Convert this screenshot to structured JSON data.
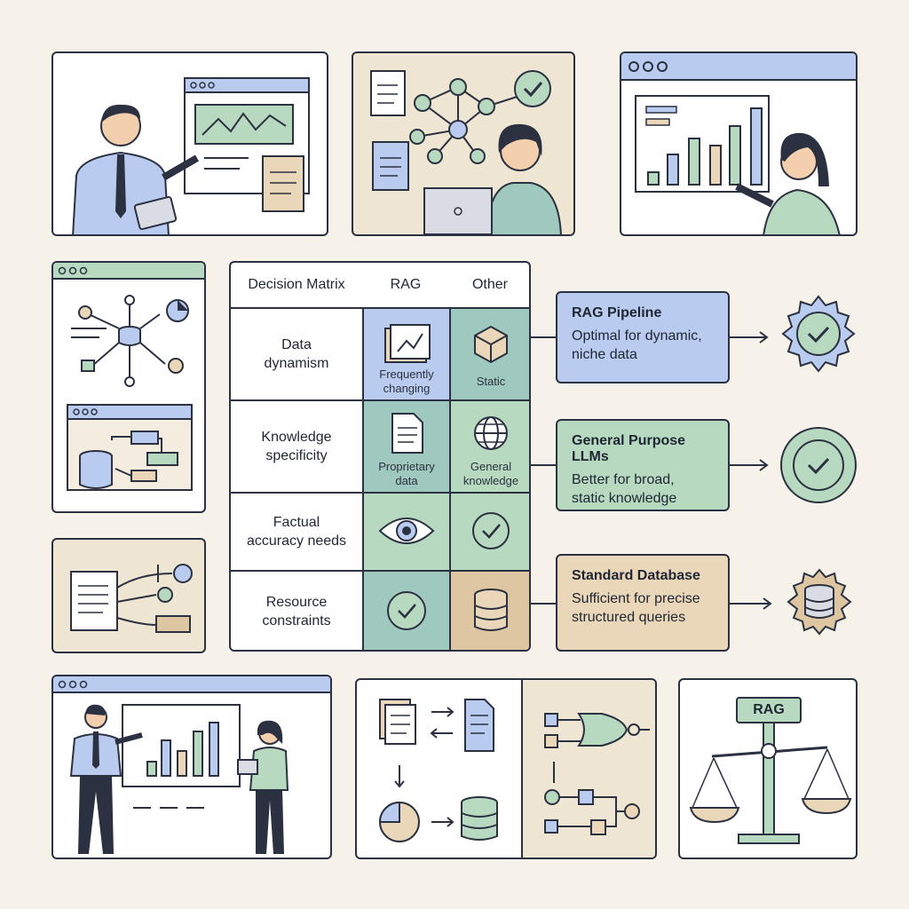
{
  "matrix": {
    "title": "Decision Matrix",
    "col_rag": "RAG",
    "col_other": "Other",
    "rows": [
      {
        "label_1": "Data",
        "label_2": "dynamism",
        "rag_caption_1": "Frequently",
        "rag_caption_2": "changing",
        "other_caption_1": "Static",
        "other_caption_2": ""
      },
      {
        "label_1": "Knowledge",
        "label_2": "specificity",
        "rag_caption_1": "Proprietary",
        "rag_caption_2": "data",
        "other_caption_1": "General",
        "other_caption_2": "knowledge"
      },
      {
        "label_1": "Factual",
        "label_2": "accuracy needs",
        "rag_caption_1": "",
        "rag_caption_2": "",
        "other_caption_1": "",
        "other_caption_2": ""
      },
      {
        "label_1": "Resource",
        "label_2": "constraints",
        "rag_caption_1": "",
        "rag_caption_2": "",
        "other_caption_1": "",
        "other_caption_2": ""
      }
    ]
  },
  "outcomes": [
    {
      "title": "RAG Pipeline",
      "line_1": "Optimal for dynamic,",
      "line_2": "niche data",
      "color": "#b9cbef"
    },
    {
      "title": "General Purpose LLMs",
      "line_1": "Better for broad,",
      "line_2": "static knowledge",
      "color": "#b7d9bf"
    },
    {
      "title": "Standard Database",
      "line_1": "Sufficient for precise",
      "line_2": "structured queries",
      "color": "#ead6b8"
    }
  ],
  "scale": {
    "label": "RAG"
  },
  "colors": {
    "blue": "#b9cbef",
    "green": "#b7d9bf",
    "teal": "#9fc9bf",
    "tan": "#ddc6a1",
    "ink": "#2b3140"
  },
  "icons": [
    "chart-doc-icon",
    "cube-icon",
    "document-icon",
    "globe-icon",
    "eye-icon",
    "check-circle-icon",
    "database-icon",
    "gear-check-icon",
    "scale-icon"
  ]
}
